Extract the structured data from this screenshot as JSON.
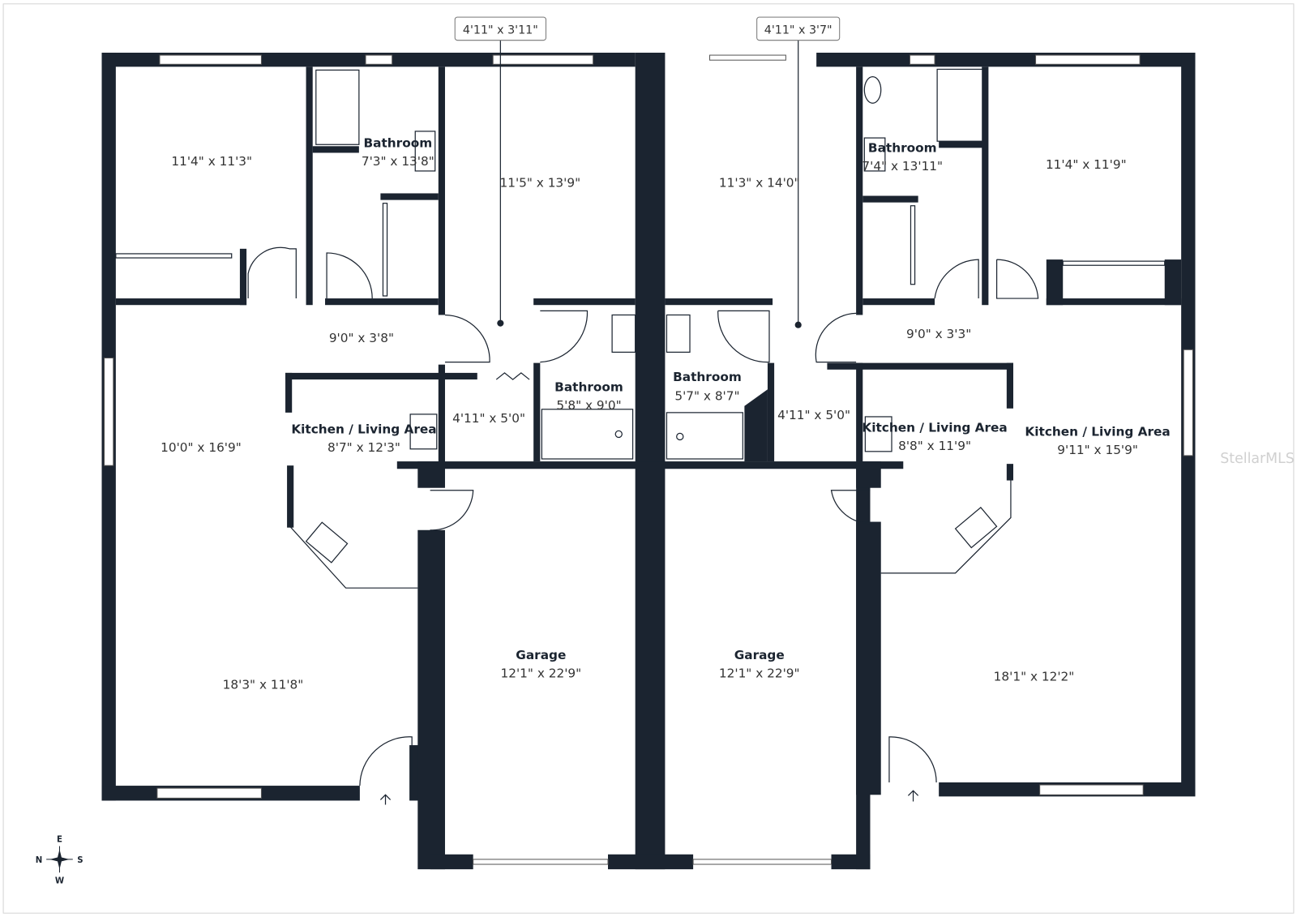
{
  "rooms": [
    {
      "name": "",
      "dims": "11'4\" x 11'3\""
    },
    {
      "name": "Bathroom",
      "dims": "7'3\" x 13'8\""
    },
    {
      "name": "",
      "dims": "11'5\" x 13'9\""
    },
    {
      "name": "",
      "dims": "9'0\" x 3'8\""
    },
    {
      "name": "",
      "dims": "4'11\" x 5'0\""
    },
    {
      "name": "Bathroom",
      "dims": "5'8\" x 9'0\""
    },
    {
      "name": "Kitchen / Living Area",
      "dims": "8'7\" x 12'3\""
    },
    {
      "name": "",
      "dims": "10'0\" x 16'9\""
    },
    {
      "name": "",
      "dims": "18'3\" x 11'8\""
    },
    {
      "name": "Garage",
      "dims": "12'1\" x 22'9\""
    },
    {
      "name": "Garage",
      "dims": "12'1\" x 22'9\""
    },
    {
      "name": "",
      "dims": "11'3\" x 14'0\""
    },
    {
      "name": "Bathroom",
      "dims": "5'7\" x 8'7\""
    },
    {
      "name": "",
      "dims": "4'11\" x 5'0\""
    },
    {
      "name": "Bathroom",
      "dims": "7'4\" x 13'11\""
    },
    {
      "name": "",
      "dims": "11'4\" x 11'9\""
    },
    {
      "name": "",
      "dims": "9'0\" x 3'3\""
    },
    {
      "name": "Kitchen / Living Area",
      "dims": "8'8\" x 11'9\""
    },
    {
      "name": "Kitchen / Living Area",
      "dims": "9'11\" x 15'9\""
    },
    {
      "name": "",
      "dims": "18'1\" x 12'2\""
    }
  ],
  "callouts": [
    "4'11\" x 3'11\"",
    "4'11\" x 3'7\""
  ],
  "compass": {
    "n": "N",
    "e": "E",
    "s": "S",
    "w": "W"
  },
  "watermark": "StellarMLS",
  "colors": {
    "wall": "#1b2430"
  }
}
